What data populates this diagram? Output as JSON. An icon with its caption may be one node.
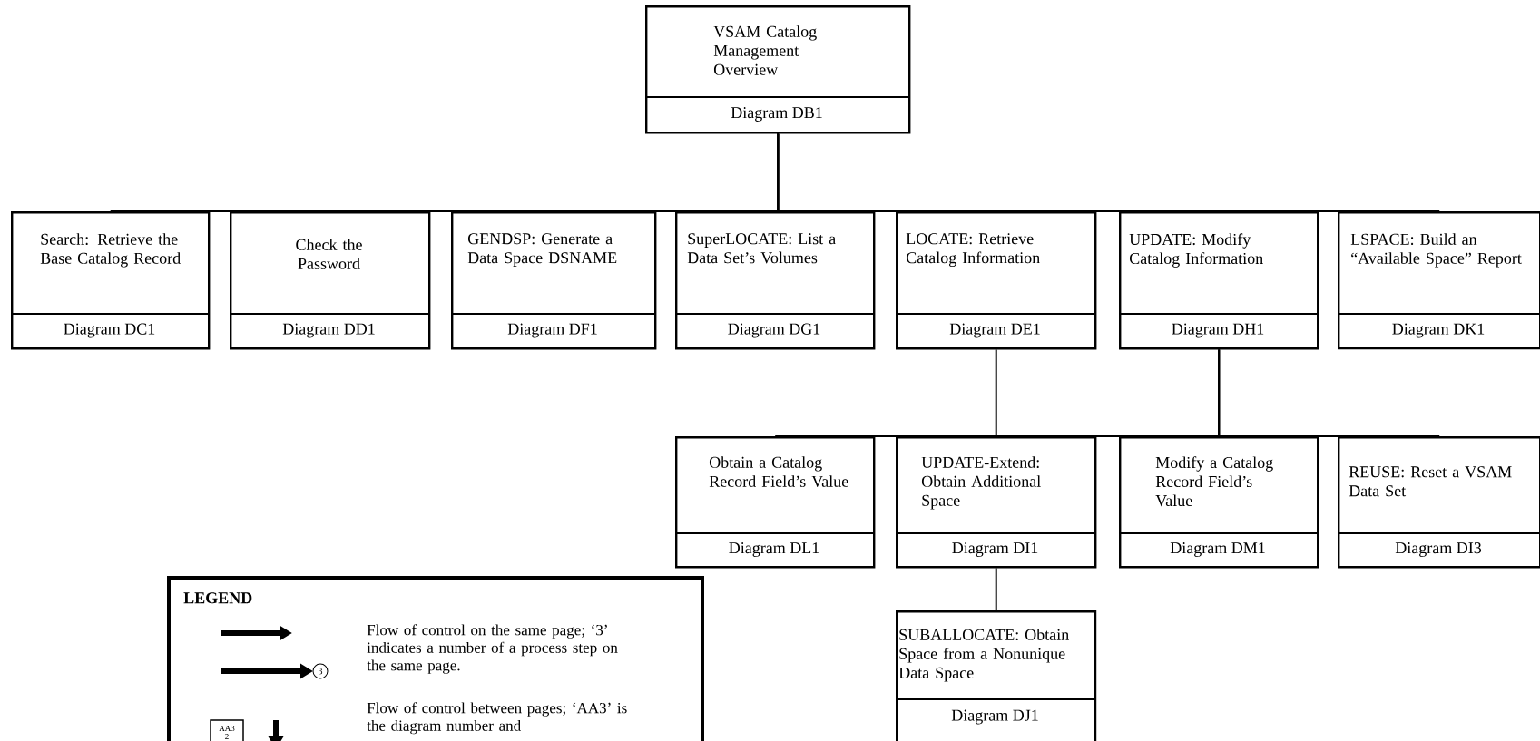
{
  "diagram": {
    "nodes": [
      {
        "text": [
          "VSAM Catalog Management Overview",
          "Diagram DB1"
        ]
      },
      {
        "text": [
          "Search:  Retrieve the Base Catalog Record",
          "Diagram DC1"
        ]
      },
      {
        "text": [
          "Check the Password",
          "Diagram DD1"
        ]
      },
      {
        "text": [
          "GENDSP:  Generate a Data Space DSNAME",
          "Diagram DF1"
        ]
      },
      {
        "text": [
          "SuperLOCATE: List a Data Set’s Volumes",
          "Diagram DG1"
        ]
      },
      {
        "text": [
          "LOCATE:  Retrieve Catalog Information",
          "Diagram DE1"
        ]
      },
      {
        "text": [
          "UPDATE:  Modify Catalog Information",
          "Diagram DH1"
        ]
      },
      {
        "text": [
          "LSPACE: Build an “Available Space” Report",
          "Diagram DK1"
        ]
      },
      {
        "text": [
          "Obtain a Catalog Record Field’s Value",
          "Diagram DL1"
        ]
      },
      {
        "text": [
          "UPDATE-Extend: Obtain Additional Space",
          "Diagram DI1"
        ]
      },
      {
        "text": [
          "Modify a Catalog Record Field’s Value",
          "Diagram DM1"
        ]
      },
      {
        "text": [
          "REUSE:  Reset a VSAM Data Set",
          "Diagram DI3"
        ]
      },
      {
        "text": [
          "SUBALLOCATE: Obtain Space from a Nonunique Data Space",
          "Diagram DJ1"
        ]
      }
    ],
    "edges": [
      {
        "from": 0,
        "to": 1,
        "arrow": "none"
      },
      {
        "from": 0,
        "to": 2,
        "arrow": "none"
      },
      {
        "from": 0,
        "to": 3,
        "arrow": "none"
      },
      {
        "from": 0,
        "to": 4,
        "arrow": "none"
      },
      {
        "from": 0,
        "to": 5,
        "arrow": "none"
      },
      {
        "from": 0,
        "to": 6,
        "arrow": "none"
      },
      {
        "from": 0,
        "to": 7,
        "arrow": "none"
      },
      {
        "from": 5,
        "to": 8,
        "arrow": "none"
      },
      {
        "from": 6,
        "to": 9,
        "arrow": "none"
      },
      {
        "from": 6,
        "to": 10,
        "arrow": "none"
      },
      {
        "from": 6,
        "to": 11,
        "arrow": "none"
      },
      {
        "from": 9,
        "to": 12,
        "arrow": "none"
      }
    ],
    "labels": [
      "LEGEND",
      "3",
      "AA3",
      "2"
    ],
    "legend": [
      {
        "text": "Flow of control on the same page; ‘3’ indicates a number of a process step on the same page."
      },
      {
        "text": "Flow of control between pages; ‘AA3’ is the diagram number and"
      }
    ]
  }
}
